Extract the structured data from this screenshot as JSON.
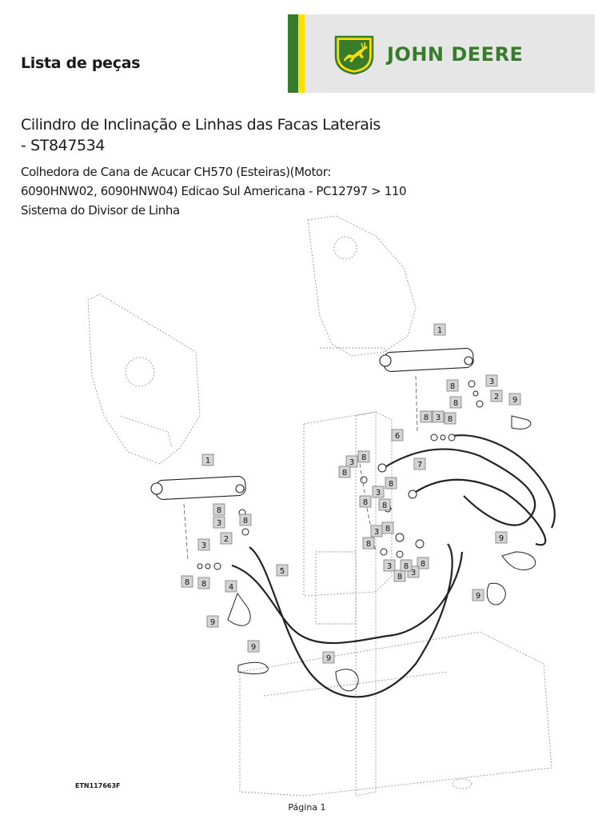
{
  "header": {
    "title": "Lista de peças"
  },
  "brand": {
    "name": "JOHN DEERE",
    "logo_icon": "leaping-deer-logo-icon",
    "colors": {
      "green": "#367c2b",
      "yellow": "#ffde00",
      "banner_bg": "#e6e6e6"
    }
  },
  "document": {
    "title": "Cilindro de Inclinação e Linhas das Facas Laterais - ST847534",
    "subtitle_lines": [
      "Colhedora de Cana de Acucar CH570 (Esteiras)(Motor:",
      "6090HNW02, 6090HNW04) Edicao Sul Americana - PC12797 > 110",
      "Sistema do Divisor de Linha"
    ]
  },
  "diagram": {
    "figure_id": "ETN117663F",
    "callouts": [
      "1",
      "8",
      "3",
      "8",
      "2",
      "9",
      "8",
      "3",
      "8",
      "6",
      "3",
      "8",
      "8",
      "7",
      "8",
      "3",
      "8",
      "8",
      "3",
      "8",
      "9",
      "8",
      "3",
      "8",
      "8",
      "3",
      "8",
      "1",
      "8",
      "3",
      "8",
      "2",
      "3",
      "8",
      "8",
      "4",
      "5",
      "9",
      "9",
      "9",
      "9"
    ]
  },
  "footer": {
    "page_label": "Página 1"
  }
}
